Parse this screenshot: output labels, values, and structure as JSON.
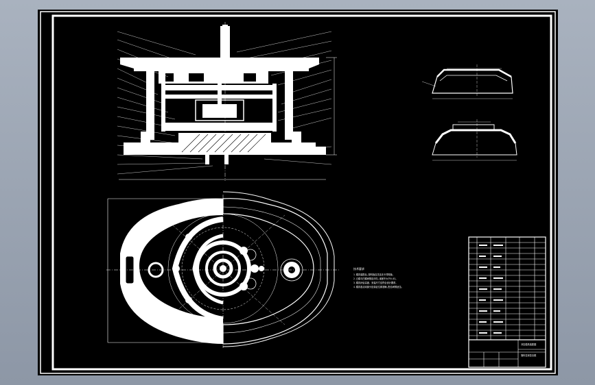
{
  "drawing": {
    "notes_title": "技术要求",
    "notes": [
      "1.模具装配后,卸料板应灵活无卡滞现象。",
      "2.凸模与凹模间隙应均匀,误差不大于0.02。",
      "3.模具闭合高度、安装尺寸应符合设计要求。",
      "4.模具各活动部分应保证位置准确,配合间隙适当。"
    ],
    "title_block": {
      "title": "冲压模具装配图",
      "subtitle": "落料拉深复合模"
    }
  },
  "colors": {
    "background": "#a9b2bf",
    "sheet": "#000000",
    "lines": "#ffffff"
  }
}
